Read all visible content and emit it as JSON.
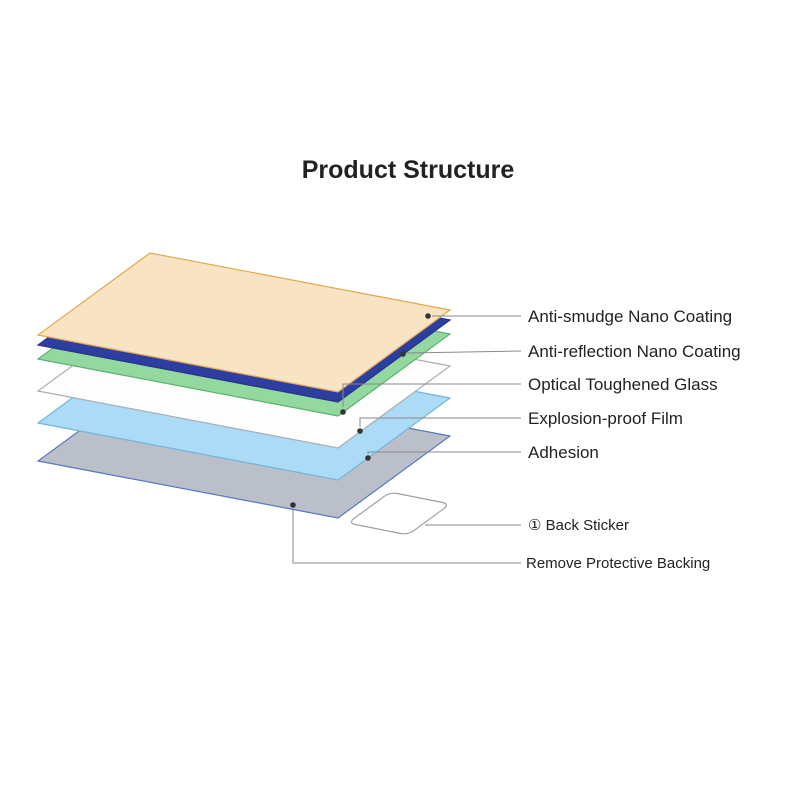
{
  "title": "Product Structure",
  "diagram": {
    "text_color": "#222222",
    "connector_color": "#8a8a8a",
    "dot_color": "#333333",
    "layers": [
      {
        "label": "Anti-smudge Nano Coating",
        "fill": "#f8e3c3",
        "stroke": "#e2a850"
      },
      {
        "label": "Anti-reflection Nano Coating",
        "fill": "#2e3da0",
        "stroke": "#273288"
      },
      {
        "label": "Optical Toughened Glass",
        "fill": "#93d89f",
        "stroke": "#5cb271"
      },
      {
        "label": "Explosion-proof Film",
        "fill": "#fdfdfd",
        "stroke": "#a9aeb6"
      },
      {
        "label": "Adhesion",
        "fill": "#abdbf7",
        "stroke": "#72b5da"
      },
      {
        "label": "Remove Protective Backing",
        "fill": "#babfc9",
        "stroke": "#5a78c0"
      }
    ],
    "back_sticker": {
      "label": "① Back Sticker",
      "fill": "#ffffff",
      "stroke": "#9aa0a8"
    }
  }
}
